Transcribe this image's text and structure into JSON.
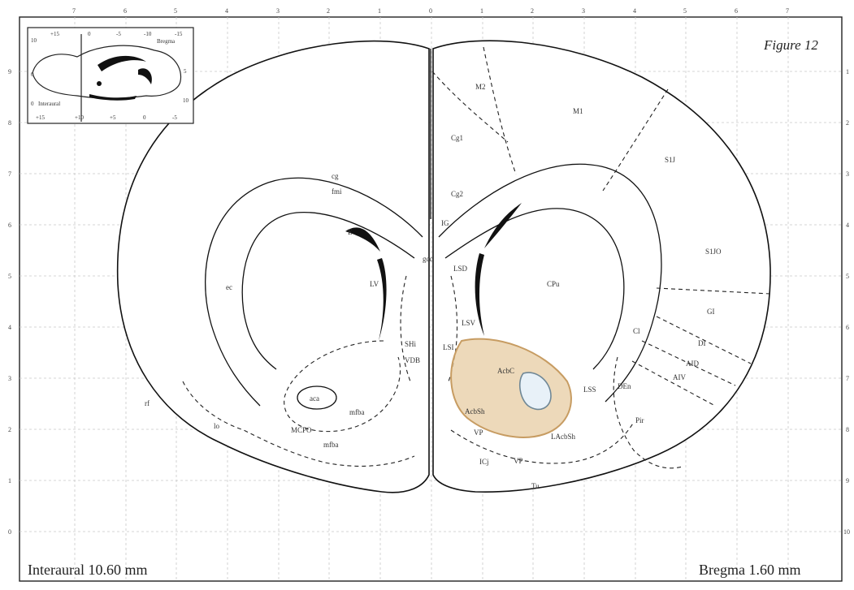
{
  "figure_title": "Figure 12",
  "interaural": "Interaural 10.60 mm",
  "bregma": "Bregma 1.60 mm",
  "top_ticks": [
    "7",
    "6",
    "5",
    "4",
    "3",
    "2",
    "1",
    "0",
    "1",
    "2",
    "3",
    "4",
    "5",
    "6",
    "7"
  ],
  "left_ticks": [
    "9",
    "8",
    "7",
    "6",
    "5",
    "4",
    "3",
    "2",
    "1",
    "0"
  ],
  "right_ticks": [
    "1",
    "2",
    "3",
    "4",
    "5",
    "6",
    "7",
    "8",
    "9",
    "10"
  ],
  "inset": {
    "top_ticks": [
      "+15",
      "0",
      "-5",
      "-10",
      "-15"
    ],
    "bottom_ticks": [
      "+15",
      "+10",
      "+5",
      "0",
      "-5"
    ],
    "side_ticks": [
      "10",
      "0",
      "5",
      "10"
    ],
    "bregma_label": "Bregma",
    "interaural_label": "Interaural",
    "interaural_zero": "0"
  },
  "regions": {
    "M2": "M2",
    "M1": "M1",
    "Cg1": "Cg1",
    "Cg2": "Cg2",
    "S1J": "S1J",
    "S1JO": "S1JO",
    "IG": "IG",
    "cg": "cg",
    "fmi": "fmi",
    "E": "E",
    "gcc": "gcc",
    "LSD": "LSD",
    "LV": "LV",
    "CPu": "CPu",
    "ec": "ec",
    "SHi": "SHi",
    "VDB": "VDB",
    "LSI": "LSI",
    "LSV": "LSV",
    "Cl": "Cl",
    "GI": "GI",
    "DI": "DI",
    "AID": "AID",
    "AIV": "AIV",
    "AcbC": "AcbC",
    "LSS": "LSS",
    "DEn": "DEn",
    "aca": "aca",
    "AcbSh": "AcbSh",
    "lo": "lo",
    "Pir": "Pir",
    "mfba": "mfba",
    "VP": "VP",
    "LAcbSh": "LAcbSh",
    "Tu": "Tu",
    "ICj": "ICj",
    "rf": "rf",
    "MCPO": "MCPO"
  }
}
